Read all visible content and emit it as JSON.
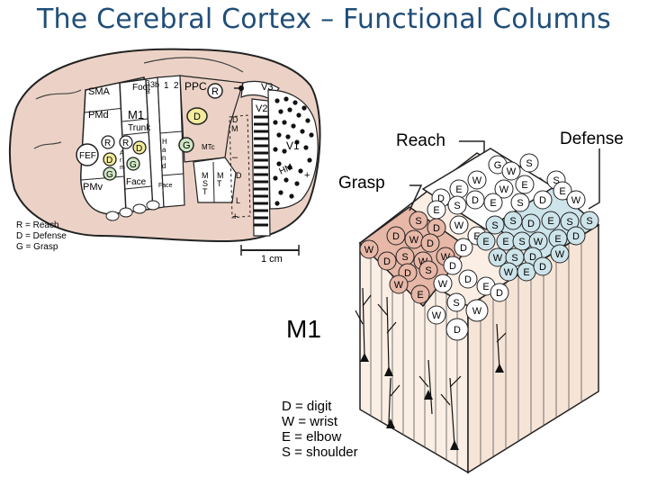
{
  "slide": {
    "title": "The Cerebral Cortex – Functional Columns"
  },
  "brain": {
    "areas": {
      "sma": "SMA",
      "pmd": "PMd",
      "m1": "M1",
      "fef": "FEF",
      "pmv": "PMv",
      "foot": "Foot",
      "trunk": "Trunk",
      "face": "Face",
      "face_small": "Face",
      "hand": [
        "H",
        "a",
        "n",
        "d"
      ],
      "arm": [
        "A",
        "r",
        "m"
      ],
      "s3b": "3b",
      "s3a": [
        "3",
        "a"
      ],
      "s1": "1",
      "s2": "2",
      "ppc": "PPC",
      "v3": "V3",
      "v2": "V2",
      "v1": "V1",
      "hm": "HM",
      "mtc": "MTc",
      "dm": [
        "D",
        "M"
      ],
      "mst": [
        "M",
        "S",
        "T"
      ],
      "mt": [
        "M",
        "T"
      ],
      "dl": [
        "D",
        "L"
      ],
      "plus": "+",
      "minus": "–"
    },
    "markers": {
      "reach": "R",
      "defense": "D",
      "grasp": "G"
    },
    "legend": [
      "R = Reach",
      "D = Defense",
      "G = Grasp"
    ],
    "scale_label": "1 cm",
    "colors": {
      "tissue": "#ecd2c6",
      "outline": "#222222",
      "defense": "#f2ec9c",
      "grasp": "#cfe8c6",
      "white": "#ffffff"
    }
  },
  "column_block": {
    "label_m1": "M1",
    "zone_labels": {
      "reach": "Reach",
      "defense": "Defense",
      "grasp": "Grasp"
    },
    "legend": [
      "D  = digit",
      "W = wrist",
      "E  = elbow",
      "S  = shoulder"
    ],
    "colors": {
      "column": "#fbeee4",
      "grasp_zone": "#e7b7a7",
      "defense_zone": "#cde4ea",
      "reach_zone": "#ffffff"
    }
  }
}
